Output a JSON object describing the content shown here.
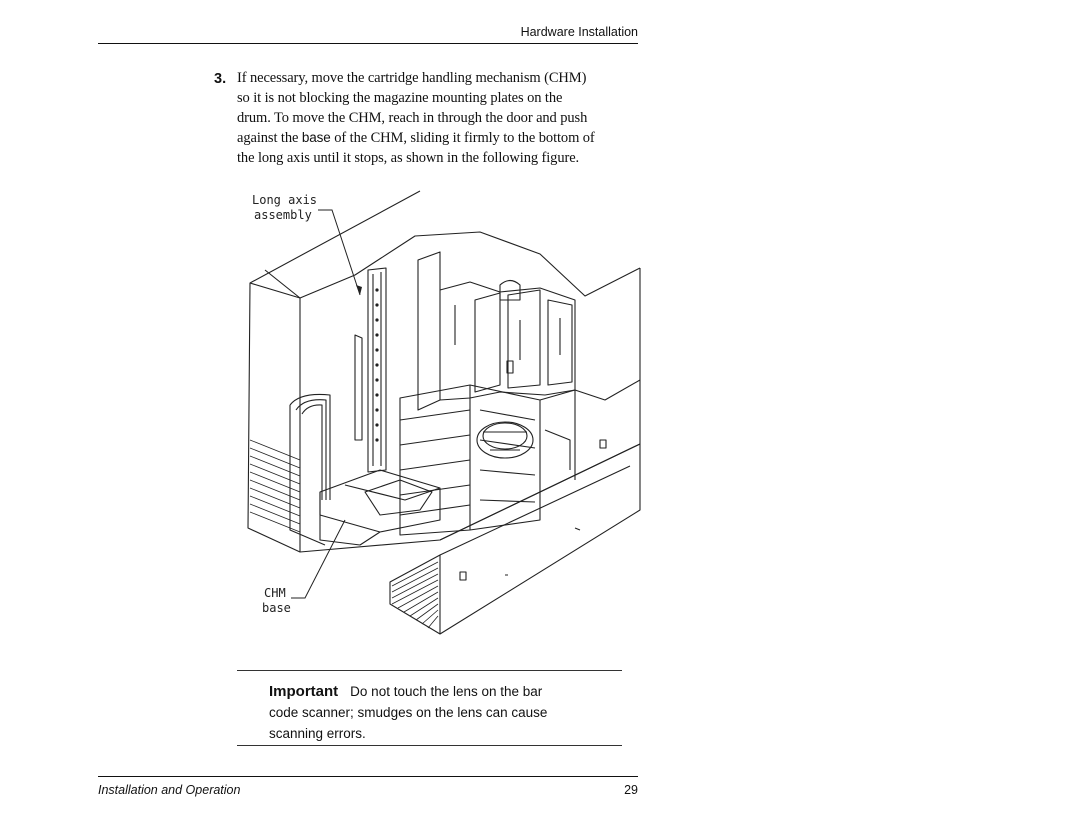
{
  "header": {
    "section_title": "Hardware Installation"
  },
  "step": {
    "number": "3.",
    "lines": [
      "If necessary, move the cartridge handling mechanism (CHM)",
      "so it is not blocking the magazine mounting plates on the",
      "drum. To move the CHM, reach in through the door and push"
    ],
    "line4_before": "against the ",
    "line4_term": "base",
    "line4_after": " of the CHM, sliding it firmly to the bottom of",
    "line5": "the long axis until it stops, as shown in the following figure."
  },
  "figure": {
    "callout_top_line1": "Long axis",
    "callout_top_line2": "assembly",
    "callout_bottom_line1": "CHM",
    "callout_bottom_line2": "base"
  },
  "note": {
    "keyword": "Important",
    "line1": "Do not touch the lens on the bar",
    "line2": "code scanner; smudges on the lens can cause",
    "line3": "scanning errors."
  },
  "footer": {
    "title": "Installation and Operation",
    "page_number": "29"
  }
}
